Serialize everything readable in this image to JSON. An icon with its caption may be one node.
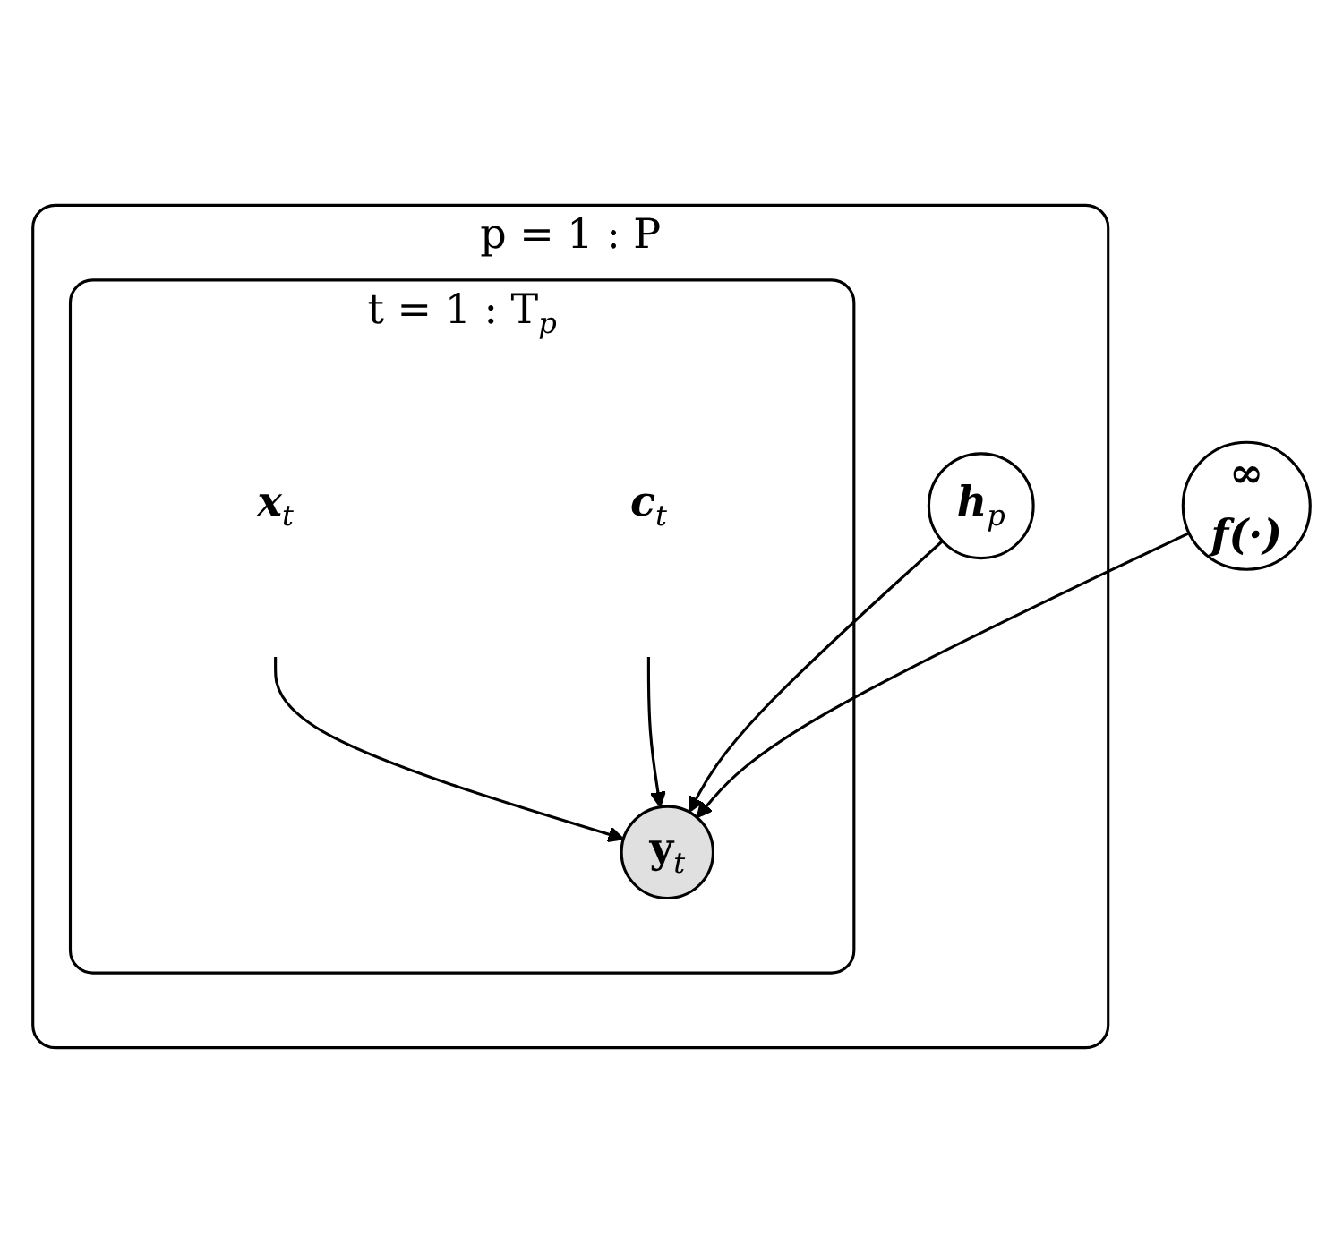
{
  "diagram": {
    "nodes": [
      {
        "text": [
          "∞",
          "f(·)"
        ]
      },
      {
        "text": [
          "p = 1 : P"
        ]
      },
      {
        "text": [
          "t = 1 : T$_{p}$"
        ],
        "in": 1
      },
      {
        "text": [
          "x$_{t}$"
        ],
        "in": 2
      },
      {
        "text": [
          "y$_{t}$"
        ],
        "in": 2
      },
      {
        "text": [
          "h$_{p}$"
        ],
        "in": 1
      },
      {
        "text": [
          "c$_{t}$"
        ],
        "in": 2
      }
    ],
    "edges": [
      {
        "from": 0,
        "to": 4,
        "arrow": "to"
      },
      {
        "from": 3,
        "to": 4,
        "arrow": "to"
      },
      {
        "from": 5,
        "to": 4,
        "arrow": "to"
      },
      {
        "from": 6,
        "to": 4,
        "arrow": "to"
      }
    ]
  }
}
